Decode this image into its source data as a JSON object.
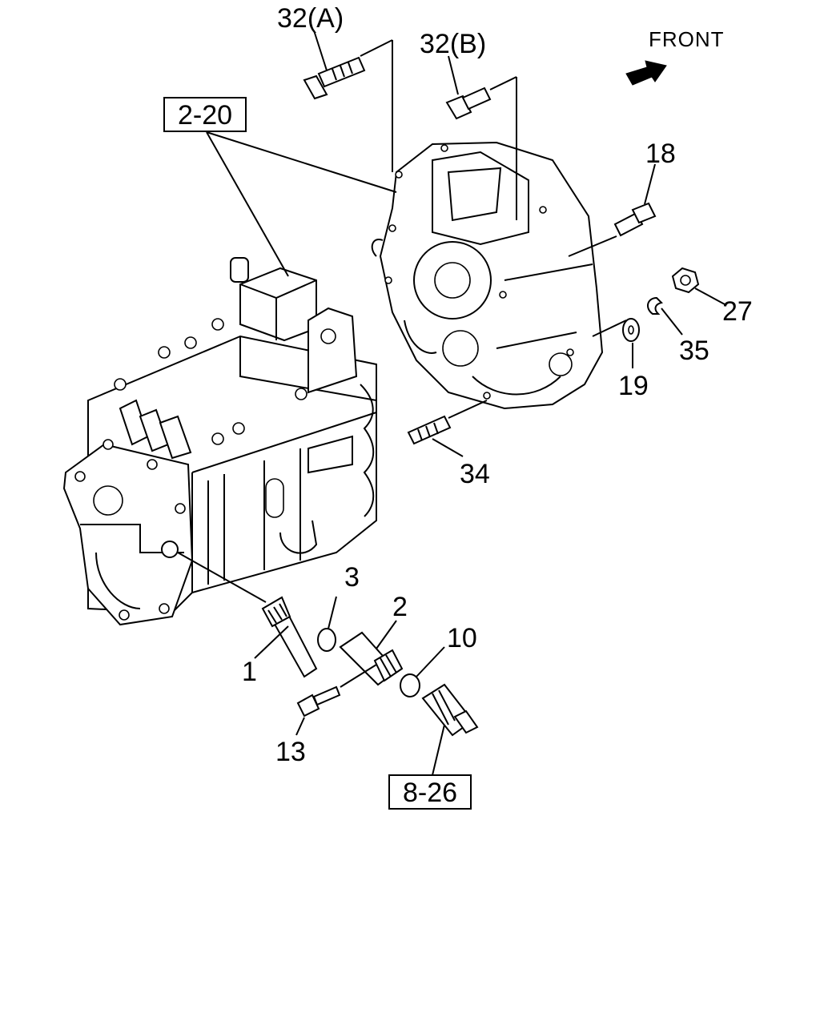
{
  "diagram": {
    "front_label": "FRONT",
    "ref_boxes": {
      "clutch_housing_ref": "2-20",
      "speed_sensor_ref": "8-26"
    },
    "callouts": {
      "p32a": "32(A)",
      "p32b": "32(B)",
      "p18": "18",
      "p27": "27",
      "p35": "35",
      "p19": "19",
      "p34": "34",
      "p3": "3",
      "p2": "2",
      "p10": "10",
      "p1": "1",
      "p13": "13"
    }
  }
}
